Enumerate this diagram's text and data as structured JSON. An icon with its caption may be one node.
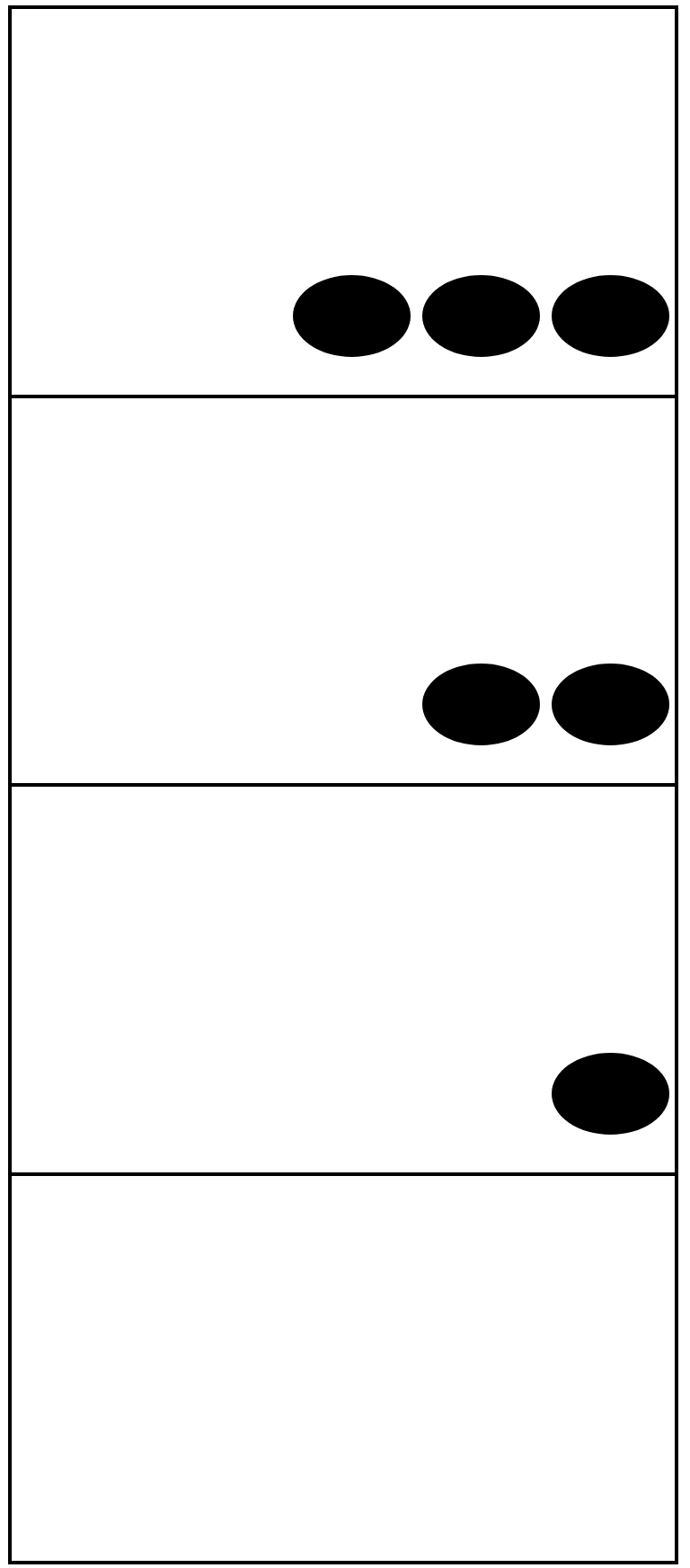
{
  "diagram": {
    "nodes": [
      {
        "text": [],
        "shape": "box"
      },
      {
        "text": [],
        "shape": "ellipse",
        "in": 0
      },
      {
        "text": [],
        "shape": "ellipse",
        "in": 0
      },
      {
        "text": [],
        "shape": "ellipse",
        "in": 0
      },
      {
        "text": [],
        "shape": "box"
      },
      {
        "text": [],
        "shape": "ellipse",
        "in": 4
      },
      {
        "text": [],
        "shape": "ellipse",
        "in": 4
      },
      {
        "text": [],
        "shape": "box"
      },
      {
        "text": [],
        "shape": "ellipse",
        "in": 7
      },
      {
        "text": [],
        "shape": "box"
      }
    ]
  }
}
